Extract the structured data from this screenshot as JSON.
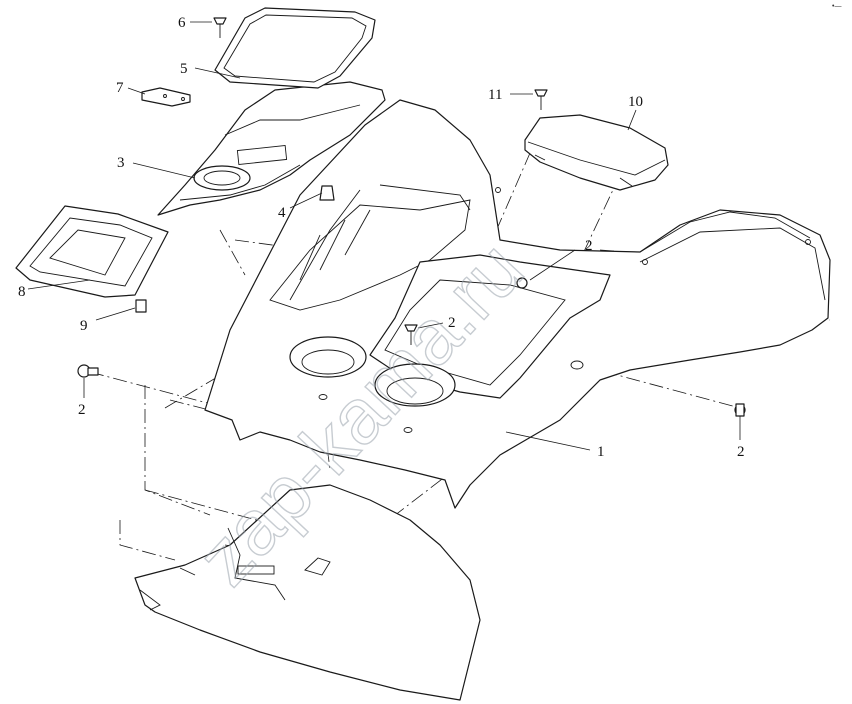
{
  "callouts": [
    {
      "id": "c1",
      "label": "1"
    },
    {
      "id": "c2a",
      "label": "2"
    },
    {
      "id": "c2b",
      "label": "2"
    },
    {
      "id": "c2c",
      "label": "2"
    },
    {
      "id": "c2d",
      "label": "2"
    },
    {
      "id": "c3",
      "label": "3"
    },
    {
      "id": "c4",
      "label": "4"
    },
    {
      "id": "c5",
      "label": "5"
    },
    {
      "id": "c6",
      "label": "6"
    },
    {
      "id": "c7",
      "label": "7"
    },
    {
      "id": "c8",
      "label": "8"
    },
    {
      "id": "c9",
      "label": "9"
    },
    {
      "id": "c10",
      "label": "10"
    },
    {
      "id": "c11",
      "label": "11"
    }
  ],
  "watermark": "zap-kama.ru",
  "corner_mark": "•—"
}
